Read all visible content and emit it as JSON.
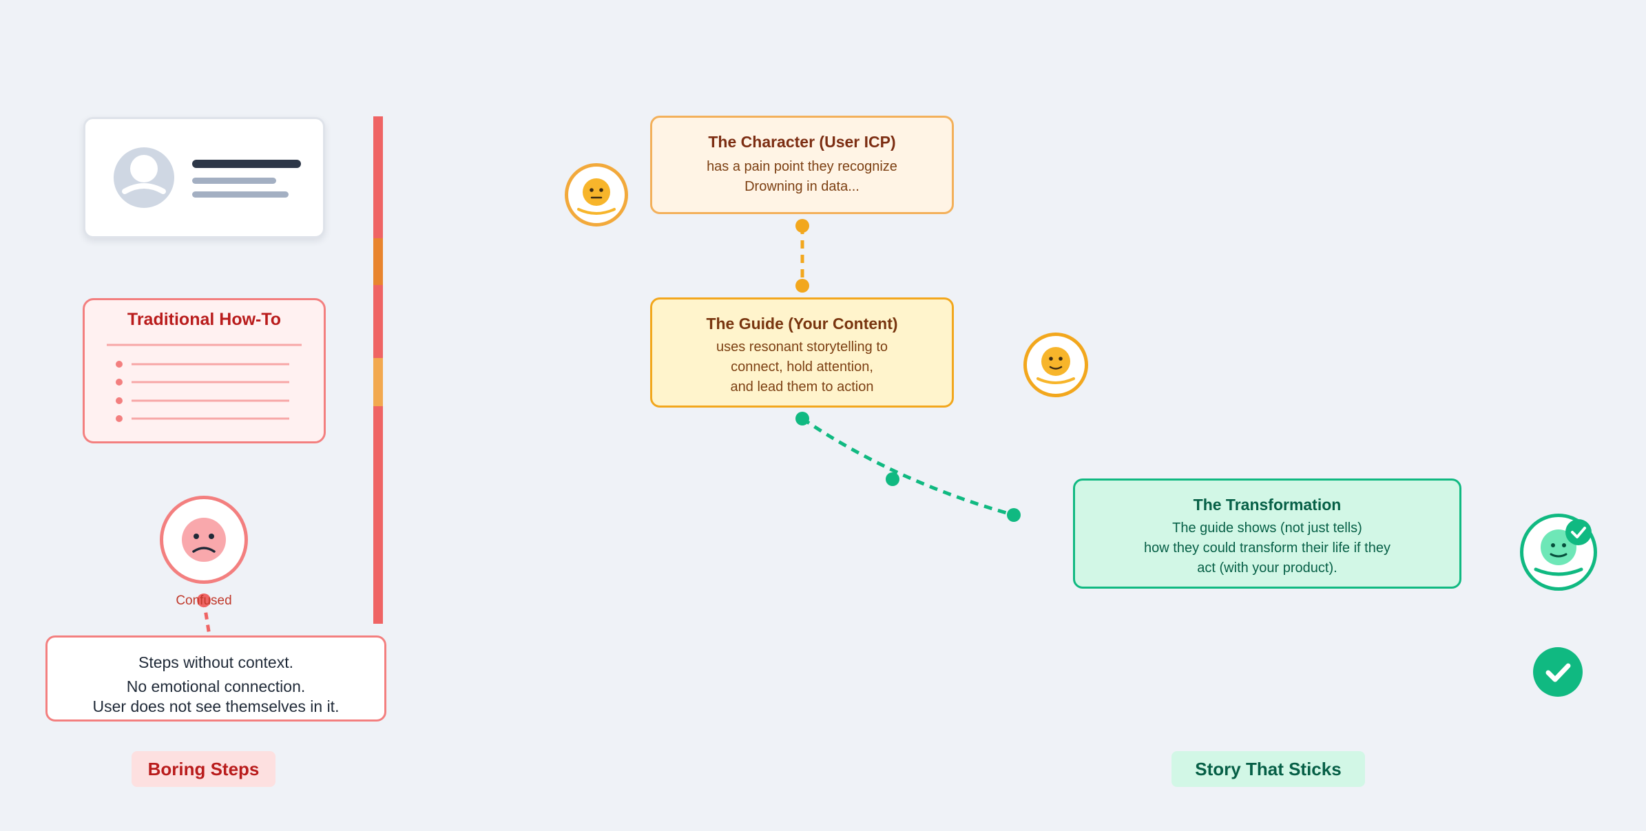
{
  "colors": {
    "background": "#eff2f7",
    "red": "#f37f7f",
    "dark_red": "#b91c1c",
    "orange": "#f2a71d",
    "green": "#10b981",
    "dark_green": "#065f46"
  },
  "left_panel": {
    "profile_card_icon": "user-avatar-icon",
    "howto": {
      "title": "Traditional How-To"
    },
    "sad_face_icon": "sad-face-icon",
    "confused_label": "Confused",
    "steps_box": {
      "line1": "Steps without context.",
      "line2": "No emotional connection.",
      "line3": "User does not see themselves in it."
    },
    "bottom_label": "Boring Steps"
  },
  "story_panel": {
    "character": {
      "title": "The Character (User ICP)",
      "line1": "has a pain point they recognize",
      "line2": "Drowning in data..."
    },
    "guide": {
      "title": "The Guide (Your Content)",
      "line1": "uses resonant storytelling to",
      "line2": "connect, hold attention,",
      "line3": "and lead them to action"
    },
    "transformation": {
      "title": "The Transformation",
      "line1": "The guide shows (not just tells)",
      "line2": "how they could transform their life if they",
      "line3": "act (with your product)."
    },
    "bottom_label": "Story That Sticks"
  }
}
